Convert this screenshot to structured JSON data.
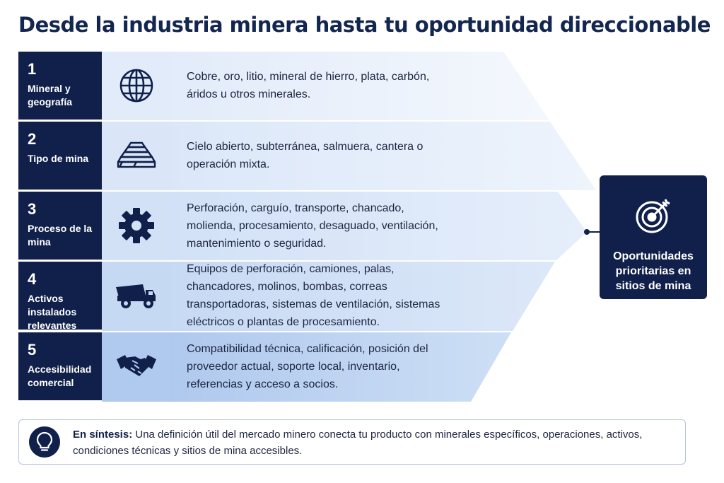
{
  "title": "Desde la industria minera hasta tu oportunidad direccionable",
  "steps": [
    {
      "number": "1",
      "label": "Mineral y geografía",
      "icon": "globe-icon",
      "description": "Cobre, oro, litio, mineral de hierro, plata, carbón, áridos u otros minerales."
    },
    {
      "number": "2",
      "label": "Tipo de mina",
      "icon": "open-pit-mine-icon",
      "description": "Cielo abierto, subterránea, salmuera, cantera o operación mixta."
    },
    {
      "number": "3",
      "label": "Proceso de la mina",
      "icon": "gear-icon",
      "description": "Perforación, carguío, transporte, chancado, molienda, procesamiento, desaguado, ventilación, mantenimiento o seguridad."
    },
    {
      "number": "4",
      "label": "Activos instalados relevantes",
      "icon": "haul-truck-icon",
      "description": "Equipos de perforación, camiones, palas, chancadores, molinos, bombas, correas transportadoras, sistemas de ventilación, sistemas eléctricos o plantas de procesamiento."
    },
    {
      "number": "5",
      "label": "Accesibilidad comercial",
      "icon": "handshake-icon",
      "description": "Compatibilidad técnica, calificación, posición del proveedor actual, soporte local, inventario, referencias y acceso a socios."
    }
  ],
  "outcome": {
    "icon": "target-icon",
    "label": "Oportunidades prioritarias en sitios de mina"
  },
  "summary": {
    "icon": "lightbulb-icon",
    "lead": "En síntesis:",
    "text": "Una definición útil del mercado minero conecta tu producto con minerales específicos, operaciones, activos, condiciones técnicas y sitios de mina accesibles."
  },
  "colors": {
    "navy": "#10204a",
    "band_light": "#eaf1fc",
    "band_dark": "#b4ccee"
  }
}
